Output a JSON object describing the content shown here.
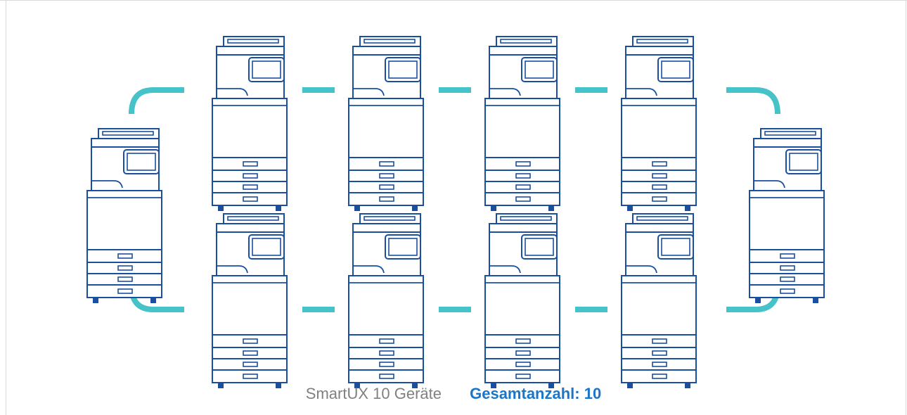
{
  "diagram": {
    "device_name": "SmartUX",
    "line_color": "#45c3c8",
    "device_color": "#1a4fa0",
    "top_row_count": 4,
    "bottom_row_count": 4,
    "side_devices": 2
  },
  "caption": {
    "label": "SmartUX 10 Geräte",
    "total": "Gesamtanzahl: 10",
    "label_color": "#808080",
    "total_color": "#1976c8"
  }
}
